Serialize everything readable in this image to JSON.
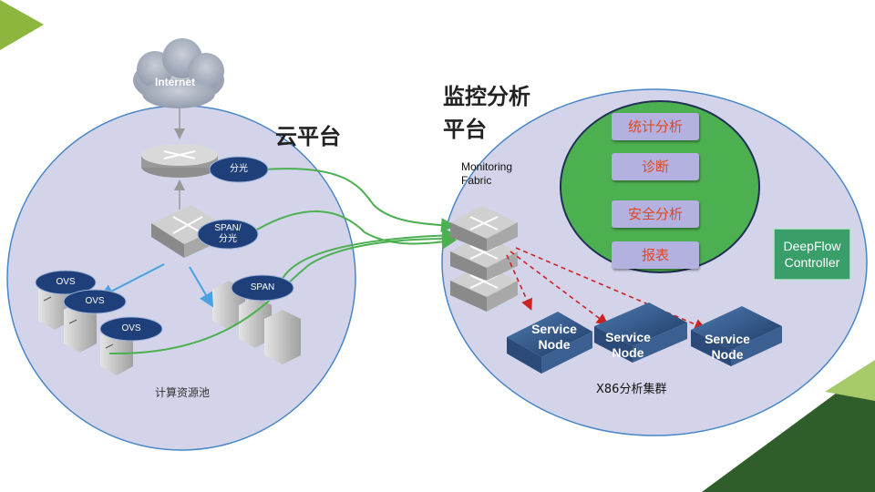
{
  "titles": {
    "cloud_platform": "云平台",
    "monitor_platform_line1": "监控分析",
    "monitor_platform_line2": "平台"
  },
  "internet_label": "Internet",
  "fabric_label_line1": "Monitoring",
  "fabric_label_line2": "Fabric",
  "badges": {
    "router_tap": "分光",
    "switch_tap_line1": "SPAN/",
    "switch_tap_line2": "分光",
    "ovs": [
      "OVS",
      "OVS",
      "OVS"
    ],
    "span": "SPAN"
  },
  "compute_pool_label": "计算资源池",
  "analysis_modules": [
    "统计分析",
    "诊断",
    "安全分析",
    "报表"
  ],
  "controller_line1": "DeepFlow",
  "controller_line2": "Controller",
  "service_node_line1": "Service",
  "service_node_line2": "Node",
  "cluster_label": "X86分析集群",
  "colors": {
    "cloud_circle_fill": "#d3d4ea",
    "cloud_circle_stroke": "#4a86c5",
    "analysis_circle_fill": "#4caf50",
    "module_fill": "#b3b1df",
    "module_text": "#e0481f",
    "controller_fill": "#3a9e6a",
    "badge_fill": "#1f3f7a",
    "green_flow": "#4caf50",
    "blue_flow": "#4aa0e0",
    "red_flow": "#cc2222",
    "corner_green": "#8db63f",
    "corner_dark_green": "#2f5e2a"
  }
}
